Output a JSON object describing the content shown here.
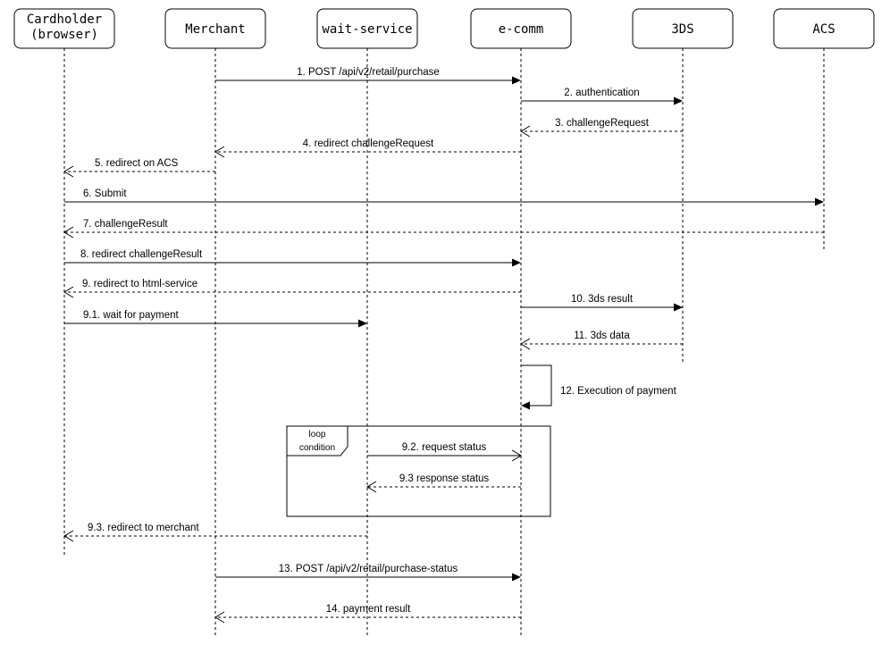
{
  "actors": [
    {
      "id": "cardholder",
      "lines": [
        "Cardholder",
        "(browser)"
      ]
    },
    {
      "id": "merchant",
      "lines": [
        "Merchant"
      ]
    },
    {
      "id": "wait",
      "lines": [
        "wait-service"
      ]
    },
    {
      "id": "ecomm",
      "lines": [
        "e-comm"
      ]
    },
    {
      "id": "tds",
      "lines": [
        "3DS"
      ]
    },
    {
      "id": "acs",
      "lines": [
        "ACS"
      ]
    }
  ],
  "messages": [
    {
      "label": "1. POST /api/v2/retail/purchase",
      "from": "merchant",
      "to": "ecomm",
      "style": "solid"
    },
    {
      "label": "2. authentication",
      "from": "ecomm",
      "to": "tds",
      "style": "solid"
    },
    {
      "label": "3. challengeRequest",
      "from": "tds",
      "to": "ecomm",
      "style": "dashed"
    },
    {
      "label": "4. redirect challengeRequest",
      "from": "ecomm",
      "to": "merchant",
      "style": "dashed"
    },
    {
      "label": "5. redirect on ACS",
      "from": "merchant",
      "to": "cardholder",
      "style": "dashed"
    },
    {
      "label": "6. Submit",
      "from": "cardholder",
      "to": "acs",
      "style": "solid"
    },
    {
      "label": "7. challengeResult",
      "from": "acs",
      "to": "cardholder",
      "style": "dashed"
    },
    {
      "label": "8. redirect challengeResult",
      "from": "cardholder",
      "to": "ecomm",
      "style": "solid"
    },
    {
      "label": "9. redirect to html-service",
      "from": "ecomm",
      "to": "cardholder",
      "style": "dashed"
    },
    {
      "label": "10. 3ds result",
      "from": "ecomm",
      "to": "tds",
      "style": "solid"
    },
    {
      "label": "9.1. wait for payment",
      "from": "cardholder",
      "to": "wait",
      "style": "solid"
    },
    {
      "label": "11. 3ds data",
      "from": "tds",
      "to": "ecomm",
      "style": "dashed"
    },
    {
      "label": "12. Execution of payment",
      "from": "ecomm",
      "to": "ecomm",
      "style": "self"
    },
    {
      "label": "9.2. request status",
      "from": "wait",
      "to": "ecomm",
      "style": "async"
    },
    {
      "label": "9.3 response status",
      "from": "ecomm",
      "to": "wait",
      "style": "dashed"
    },
    {
      "label": "9.3. redirect to merchant",
      "from": "wait",
      "to": "cardholder",
      "style": "dashed"
    },
    {
      "label": "13. POST /api/v2/retail/purchase-status",
      "from": "merchant",
      "to": "ecomm",
      "style": "solid"
    },
    {
      "label": "14. payment result",
      "from": "ecomm",
      "to": "merchant",
      "style": "dashed"
    }
  ],
  "loop_frame": {
    "lines": [
      "loop",
      "condition"
    ]
  }
}
